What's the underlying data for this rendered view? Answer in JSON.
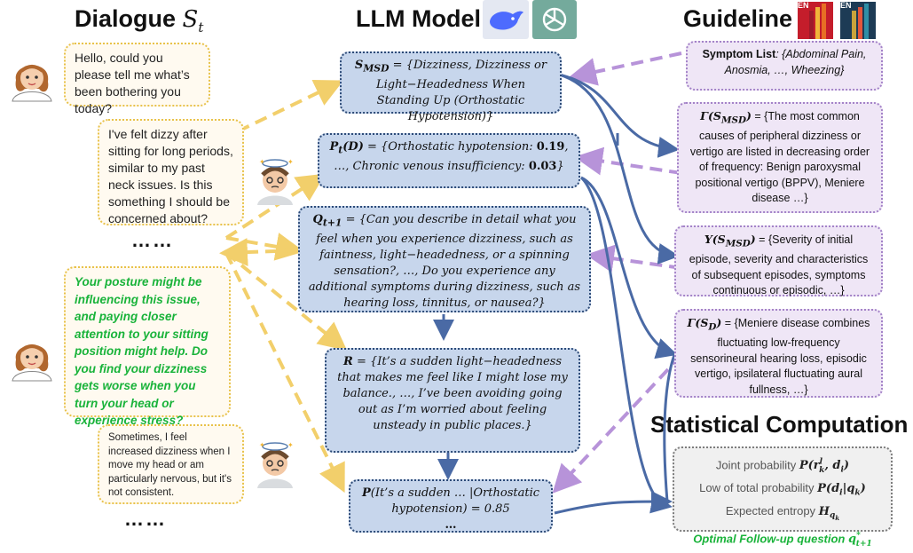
{
  "titles": {
    "dialogue": "Dialogue",
    "dialogue_symbol": "S",
    "dialogue_sub": "t",
    "llm": "LLM Model",
    "guideline": "Guideline",
    "stats": "Statistical Computation"
  },
  "logos": {
    "deepseek": "deepseek-logo",
    "openai": "openai-logo",
    "book1_tag": "EN",
    "book2_tag": "EN"
  },
  "dialogue": {
    "doctor_q1": "Hello, could you please tell me what’s been bothering you today?",
    "patient_a1": "I've felt dizzy after sitting for long periods, similar to my past neck issues. Is this something I should be concerned about?",
    "ellipsis1": "……",
    "doctor_q2": "Your posture might be influencing this issue, and paying closer attention to your sitting position might help. Do you find your dizziness gets worse when you turn your head or experience stress?",
    "patient_a2": "Sometimes, I feel increased dizziness when I move my head or am particularly nervous, but it's not consistent.",
    "ellipsis2": "……"
  },
  "llm": {
    "smsd_label": "S",
    "smsd_sub": "MSD",
    "smsd_text": " = {Dizziness, Dizziness or Light−Headedness When Standing Up (Orthostatic Hypotension)}",
    "pt_label": "P",
    "pt_sub": "t",
    "pt_arg": "(D)",
    "pt_text1": " = {Orthostatic hypotension: ",
    "pt_val1": "0.19",
    "pt_text2": ", …, Chronic venous insufficiency: ",
    "pt_val2": "0.03",
    "pt_text3": "}",
    "q_label": "Q",
    "q_sub": "t+1",
    "q_text": " = {Can you describe in detail what you feel when you experience dizziness, such as faintness, light−headedness, or a spinning sensation?, …, Do you experience any additional symptoms during dizziness, such as hearing loss, tinnitus, or nausea?}",
    "r_label": "R",
    "r_text": " = {It’s a sudden light−headedness that makes me feel like I might lose my balance., …, I’ve been avoiding going out as I’m worried about feeling unsteady in public places.}",
    "p_label": "P",
    "p_text": "(It’s a sudden … |Orthostatic hypotension) = 0.85",
    "p_dots": "…"
  },
  "guideline": {
    "symptom_label": "Symptom List",
    "symptom_text": ": {Abdominal Pain, Anosmia, …, Wheezing}",
    "gamma_label": "Γ(S",
    "gamma_sub": "MSD",
    "gamma_close": ")",
    "gamma_text": " = {The most common causes of peripheral dizziness or vertigo are listed in decreasing order of frequency: Benign paroxysmal positional vertigo (BPPV), Meniere disease …}",
    "y_label": "Y(S",
    "y_sub": "MSD",
    "y_close": ")",
    "y_text": " = {Severity of initial episode,  severity and characteristics of subsequent episodes, symptoms continuous or episodic, …}",
    "gd_label": "Γ(S",
    "gd_sub": "D",
    "gd_close": ")",
    "gd_text": " = {Meniere disease combines fluctuating low-frequency sensorineural hearing loss, episodic vertigo, ipsilateral fluctuating aural fullness, …}"
  },
  "stats": {
    "line1_text": "Joint probability ",
    "line1_math": "P(r",
    "line1_math_sup": "l",
    "line1_math_sub": "k",
    "line1_math_end": ", d",
    "line1_math_sub2": "i",
    "line1_math_close": ")",
    "line2_text": "Low of total probability ",
    "line2_math": "P(d",
    "line2_math_sub": "i",
    "line2_math_mid": "|q",
    "line2_math_sub2": "k",
    "line2_math_close": ")",
    "line3_text": "Expected entropy ",
    "line3_math": "H",
    "line3_math_sub": "q",
    "line3_math_sub2": "k",
    "line4_text": "Optimal Follow-up question ",
    "line4_math": "q",
    "line4_math_sup": "*",
    "line4_math_sub": "t+1"
  },
  "colors": {
    "llm_fill": "#c7d6ec",
    "llm_border": "#2d4b78",
    "guide_fill": "#efe6f6",
    "guide_border": "#a483c8",
    "bubble_border": "#e8c24a",
    "doctor_text": "#19b33a",
    "arrow_blue": "#4a6aa5",
    "arrow_yellow": "#f2cf6b",
    "arrow_purple": "#b793d9"
  }
}
